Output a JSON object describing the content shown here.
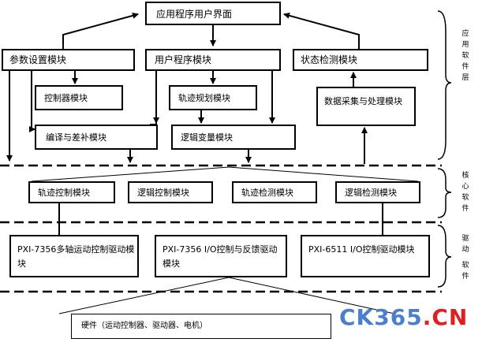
{
  "top": {
    "ui": "应用程序用户界面"
  },
  "software": {
    "param": "参数设置模块",
    "userprog": "用户程序模块",
    "status": "状态检测模块",
    "controller": "控制器模块",
    "trajplan": "轨迹规划模块",
    "daq": "数据采集与处理模块",
    "compensation": "编译与差补模块",
    "logicvar": "逻辑变量模块",
    "label": "应用软件层"
  },
  "core": {
    "traj_ctrl": "轨迹控制模块",
    "logic_ctrl": "逻辑控制模块",
    "traj_detect": "轨迹检测模块",
    "logic_detect": "逻辑检测模块",
    "label_a": "核心",
    "label_b": "软件"
  },
  "driver": {
    "pxi7356_motion": "PXI-7356多轴运动控制驱动模块",
    "pxi7356_io": "PXI-7356 I/O控制与反馈驱动模块",
    "pxi6511": "PXI-6511 I/O控制驱动模块",
    "label_a": "驱动",
    "label_b": "软件"
  },
  "hardware": {
    "label": "硬件（运动控制器、驱动器、电机）"
  },
  "watermark": {
    "text": "CK365.CN",
    "color_main": "#4a7fd0",
    "color_accent": "#e02020"
  }
}
